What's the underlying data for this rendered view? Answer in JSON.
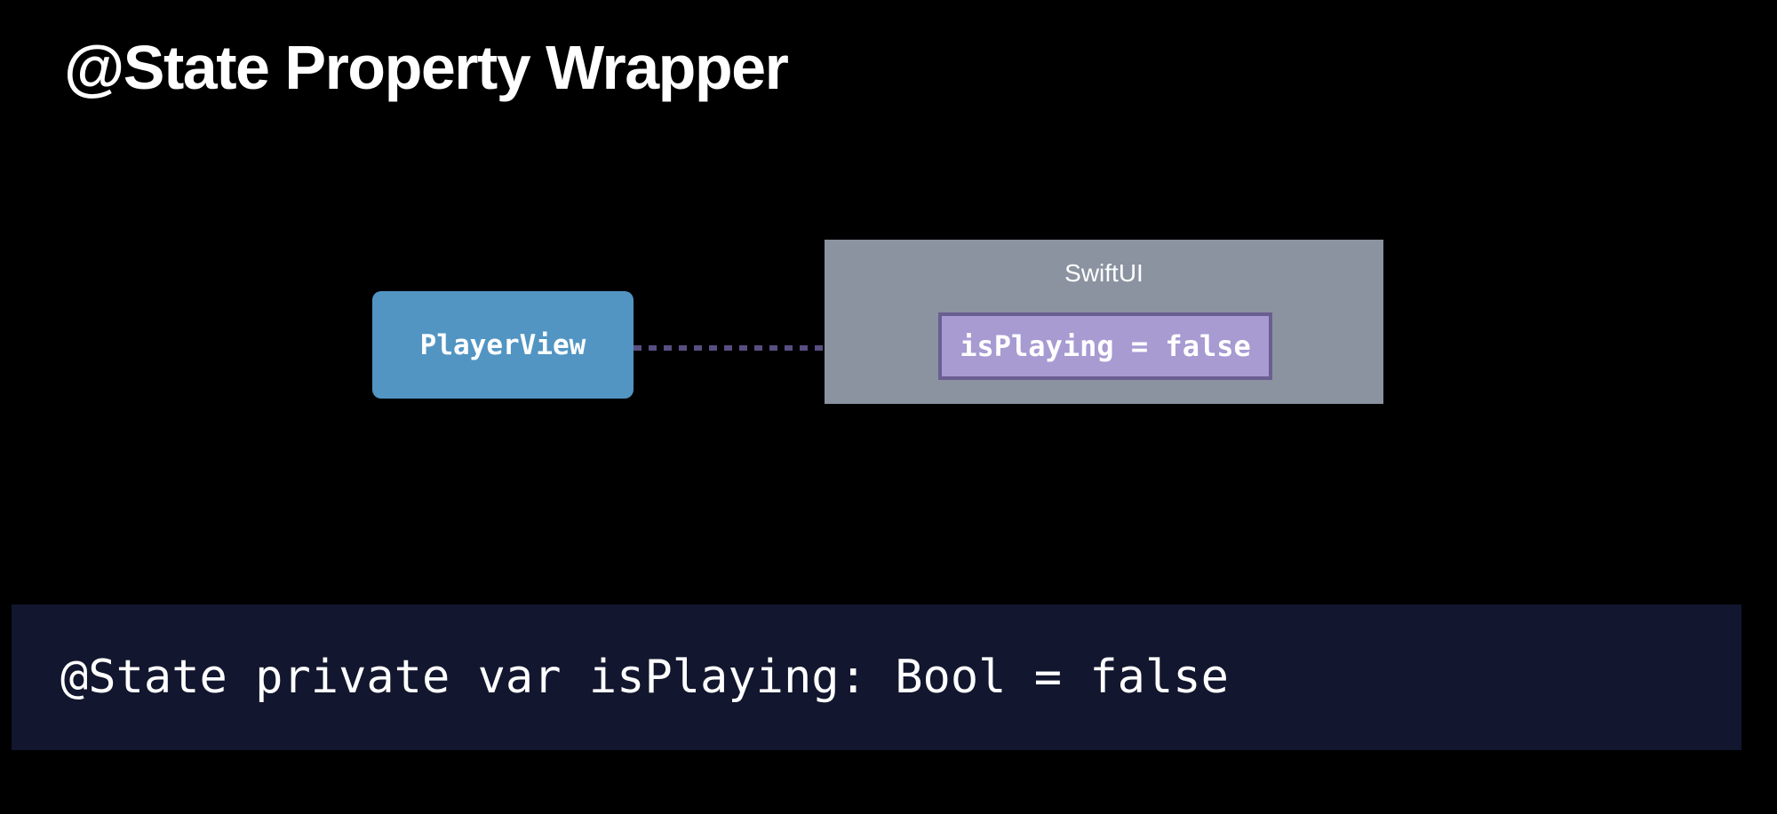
{
  "slide": {
    "title": "@State Property Wrapper"
  },
  "diagram": {
    "player_view_label": "PlayerView",
    "swiftui_label": "SwiftUI",
    "state_value_label": "isPlaying = false"
  },
  "code": {
    "snippet": "@State private var isPlaying: Bool = false"
  },
  "colors": {
    "background": "#000000",
    "player_view_fill": "#5295C3",
    "swiftui_fill": "#8A939F",
    "state_box_fill": "#A79BD2",
    "state_box_border": "#6A5E92",
    "connector": "#584E82",
    "code_background": "#12162E",
    "text": "#FFFFFF"
  }
}
